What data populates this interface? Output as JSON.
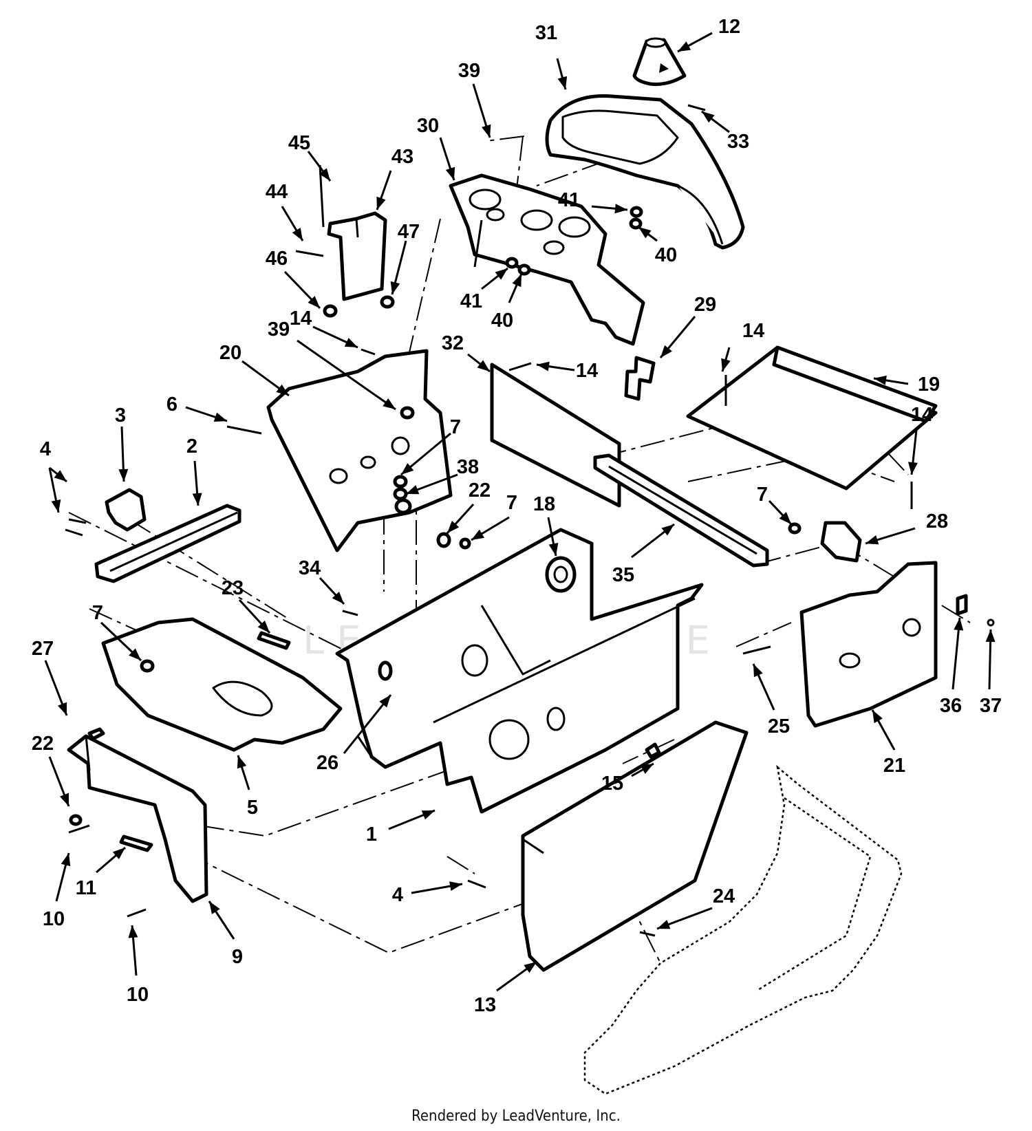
{
  "footer": {
    "credit": "Rendered by LeadVenture, Inc."
  },
  "watermark": {
    "text": "LEADVENTURE"
  },
  "colors": {
    "ink": "#000000",
    "paper": "#ffffff",
    "watermark": "#e4e4e4"
  },
  "callouts": [
    {
      "id": "31",
      "label": "31"
    },
    {
      "id": "12",
      "label": "12"
    },
    {
      "id": "39a",
      "label": "39"
    },
    {
      "id": "30",
      "label": "30"
    },
    {
      "id": "33",
      "label": "33"
    },
    {
      "id": "45",
      "label": "45"
    },
    {
      "id": "43",
      "label": "43"
    },
    {
      "id": "44",
      "label": "44"
    },
    {
      "id": "47",
      "label": "47"
    },
    {
      "id": "46",
      "label": "46"
    },
    {
      "id": "41a",
      "label": "41"
    },
    {
      "id": "40a",
      "label": "40"
    },
    {
      "id": "41b",
      "label": "41"
    },
    {
      "id": "40b",
      "label": "40"
    },
    {
      "id": "29",
      "label": "29"
    },
    {
      "id": "14a",
      "label": "14"
    },
    {
      "id": "39b",
      "label": "39"
    },
    {
      "id": "20",
      "label": "20"
    },
    {
      "id": "32",
      "label": "32"
    },
    {
      "id": "14b",
      "label": "14"
    },
    {
      "id": "14c",
      "label": "14"
    },
    {
      "id": "19",
      "label": "19"
    },
    {
      "id": "6",
      "label": "6"
    },
    {
      "id": "3",
      "label": "3"
    },
    {
      "id": "2",
      "label": "2"
    },
    {
      "id": "4a",
      "label": "4"
    },
    {
      "id": "7a",
      "label": "7"
    },
    {
      "id": "14d",
      "label": "14"
    },
    {
      "id": "38",
      "label": "38"
    },
    {
      "id": "22a",
      "label": "22"
    },
    {
      "id": "7b",
      "label": "7"
    },
    {
      "id": "18",
      "label": "18"
    },
    {
      "id": "7c",
      "label": "7"
    },
    {
      "id": "28",
      "label": "28"
    },
    {
      "id": "35",
      "label": "35"
    },
    {
      "id": "34",
      "label": "34"
    },
    {
      "id": "7d",
      "label": "7"
    },
    {
      "id": "23",
      "label": "23"
    },
    {
      "id": "27",
      "label": "27"
    },
    {
      "id": "25",
      "label": "25"
    },
    {
      "id": "36",
      "label": "36"
    },
    {
      "id": "37",
      "label": "37"
    },
    {
      "id": "21",
      "label": "21"
    },
    {
      "id": "22b",
      "label": "22"
    },
    {
      "id": "26",
      "label": "26"
    },
    {
      "id": "15",
      "label": "15"
    },
    {
      "id": "5",
      "label": "5"
    },
    {
      "id": "1",
      "label": "1"
    },
    {
      "id": "10a",
      "label": "10"
    },
    {
      "id": "11",
      "label": "11"
    },
    {
      "id": "4b",
      "label": "4"
    },
    {
      "id": "24",
      "label": "24"
    },
    {
      "id": "9",
      "label": "9"
    },
    {
      "id": "10b",
      "label": "10"
    },
    {
      "id": "13",
      "label": "13"
    }
  ]
}
